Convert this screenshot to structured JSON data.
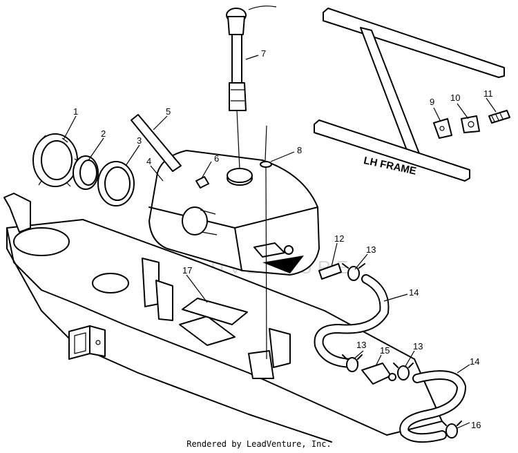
{
  "diagram": {
    "frame_label": "LH FRAME",
    "footer": "Rendered by LeadVenture, Inc.",
    "watermark": "LEADVENTURE",
    "callouts": [
      "1",
      "2",
      "3",
      "4",
      "5",
      "6",
      "7",
      "8",
      "9",
      "10",
      "11",
      "12",
      "13",
      "14",
      "13",
      "15",
      "13",
      "14",
      "16",
      "17"
    ]
  }
}
